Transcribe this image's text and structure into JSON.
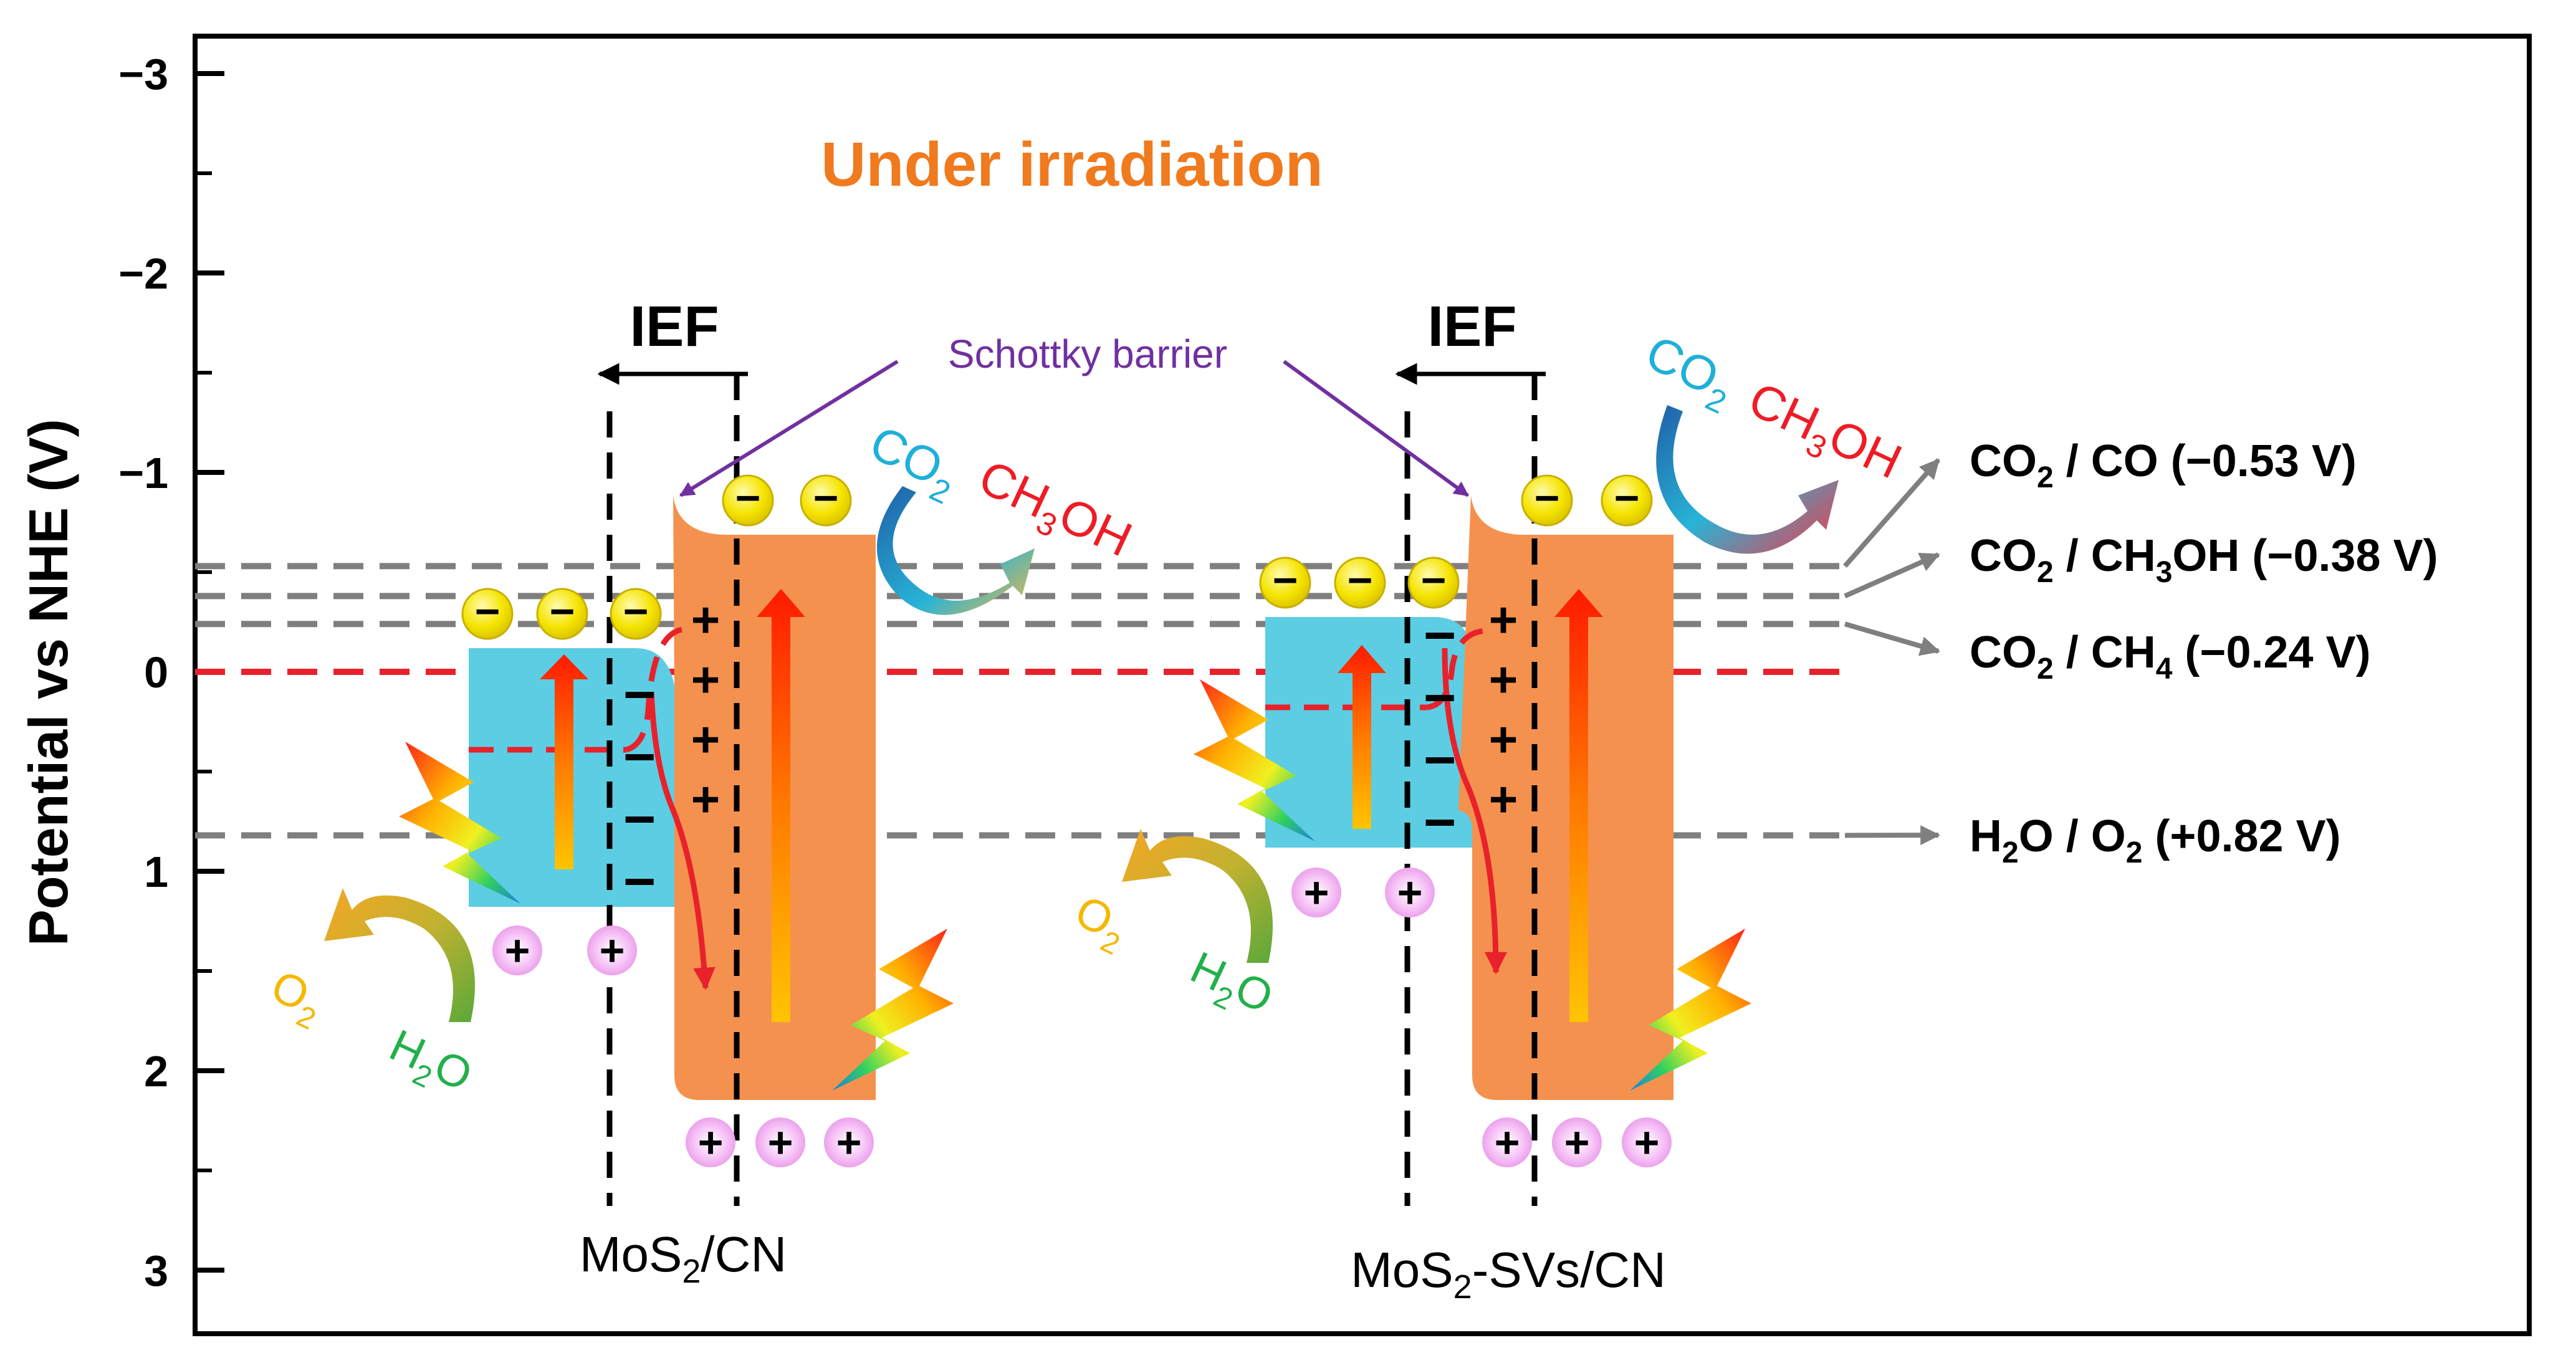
{
  "title": "Under irradiation",
  "ylabel": "Potential vs NHE (V)",
  "yaxis": {
    "ticks": [
      {
        "v": -3,
        "label": "−3"
      },
      {
        "v": -2,
        "label": "−2"
      },
      {
        "v": -1,
        "label": "−1"
      },
      {
        "v": 0,
        "label": "0"
      },
      {
        "v": 1,
        "label": "1"
      },
      {
        "v": 2,
        "label": "2"
      },
      {
        "v": 3,
        "label": "3"
      }
    ]
  },
  "ief_label": "IEF",
  "schottky_label": "Schottky barrier",
  "signs": {
    "electron": "−",
    "hole": "+",
    "minus": "−",
    "plus": "+"
  },
  "molecules": {
    "co2": {
      "a": "CO",
      "sub": "2"
    },
    "ch3oh": {
      "a": "CH",
      "sub": "3",
      "b": "OH"
    },
    "o2": {
      "a": "O",
      "sub": "2"
    },
    "h2o": {
      "a": "H",
      "sub": "2",
      "b": "O"
    }
  },
  "panels": [
    {
      "id": "mos2-cn",
      "label_a": "MoS",
      "label_sub": "2",
      "label_b": "/CN"
    },
    {
      "id": "mos2-svs-cn",
      "label_a": "MoS",
      "label_sub": "2",
      "label_b": "-SVs/CN"
    }
  ],
  "redox_levels": [
    {
      "pot": -0.53,
      "a": "CO",
      "sub1": "2",
      "b": " / CO (−0.53 V)"
    },
    {
      "pot": -0.38,
      "a": "CO",
      "sub1": "2",
      "b": " / CH",
      "sub2": "3",
      "c": "OH (−0.38 V)"
    },
    {
      "pot": -0.24,
      "a": "CO",
      "sub1": "2",
      "b": " / CH",
      "sub2": "4",
      "c": " (−0.24 V)"
    },
    {
      "pot": 0.82,
      "a": "H",
      "sub1": "2",
      "b": "O / O",
      "sub2": "2",
      "c": " (+0.82 V)"
    }
  ],
  "colors": {
    "mos2": "#5ccde3",
    "cn": "#f5914e",
    "title": "#f07a1e",
    "schottky": "#7030a0",
    "co2": "#1eb0d8",
    "ch3oh": "#ee1c25",
    "o2": "#f5b800",
    "h2o": "#22b04b",
    "ref_dash": "#7f7f7f",
    "fermi_dash": "#e8212b",
    "electron": "#f5e400",
    "hole": "#f2a8f2"
  }
}
